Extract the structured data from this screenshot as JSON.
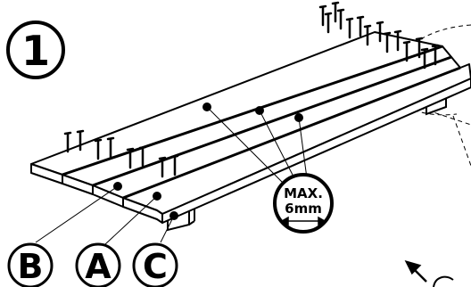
{
  "step": {
    "number": "1"
  },
  "gap_callout": {
    "line1": "MAX.",
    "line2": "6mm"
  },
  "parts": [
    {
      "label": "B"
    },
    {
      "label": "A"
    },
    {
      "label": "C"
    }
  ]
}
